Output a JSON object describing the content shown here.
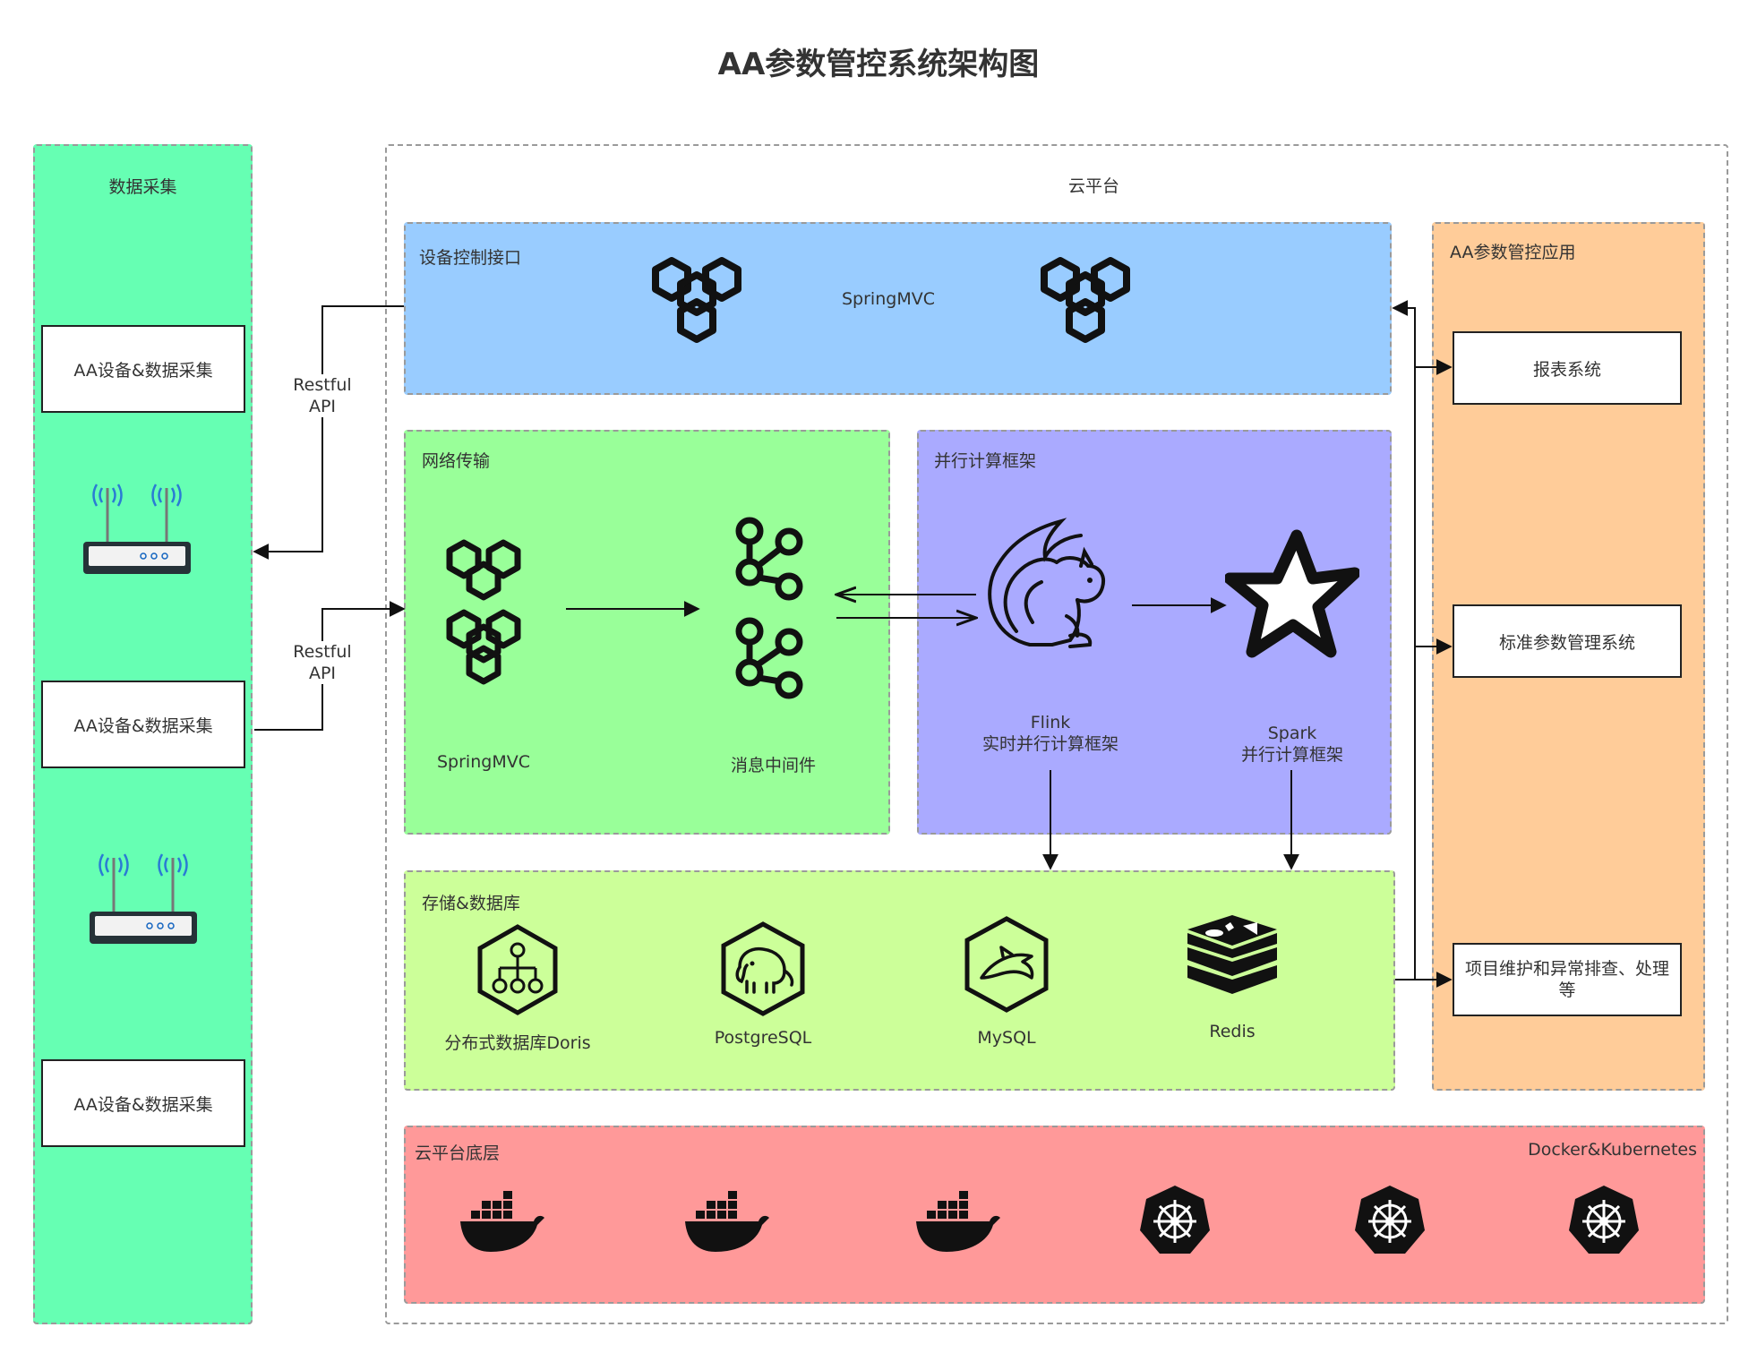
{
  "title": "AA参数管控系统架构图",
  "left_panel": {
    "label": "数据采集",
    "devices": [
      "AA设备&数据采集",
      "AA设备&数据采集",
      "AA设备&数据采集"
    ]
  },
  "edge_labels": {
    "api_top": "Restful\nAPI",
    "api_bottom": "Restful\nAPI"
  },
  "cloud": {
    "label": "云平台",
    "device_api": {
      "label": "设备控制接口",
      "center": "SpringMVC"
    },
    "network": {
      "label": "网络传输",
      "springmvc": "SpringMVC",
      "mq": "消息中间件"
    },
    "parallel": {
      "label": "并行计算框架",
      "flink": "Flink\n实时并行计算框架",
      "spark": "Spark\n并行计算框架"
    },
    "storage": {
      "label": "存储&数据库",
      "items": [
        "分布式数据库Doris",
        "PostgreSQL",
        "MySQL",
        "Redis"
      ]
    },
    "app": {
      "label": "AA参数管控应用",
      "items": [
        "报表系统",
        "标准参数管理系统",
        "项目维护和异常排查、处理等"
      ]
    },
    "base": {
      "label": "云平台底层",
      "tech": "Docker&Kubernetes"
    }
  },
  "colors": {
    "left_panel": "#66ffb3",
    "device_api": "#99ccff",
    "network": "#99ff99",
    "parallel": "#aaaaff",
    "storage": "#ccff99",
    "app": "#ffcc99",
    "base": "#ff9999"
  },
  "icons": [
    "router-icon",
    "springmvc-hexagon-icon",
    "kafka-icon",
    "flink-squirrel-icon",
    "spark-star-icon",
    "doris-icon",
    "postgresql-elephant-icon",
    "mysql-dolphin-icon",
    "redis-icon",
    "docker-whale-icon",
    "kubernetes-wheel-icon"
  ]
}
